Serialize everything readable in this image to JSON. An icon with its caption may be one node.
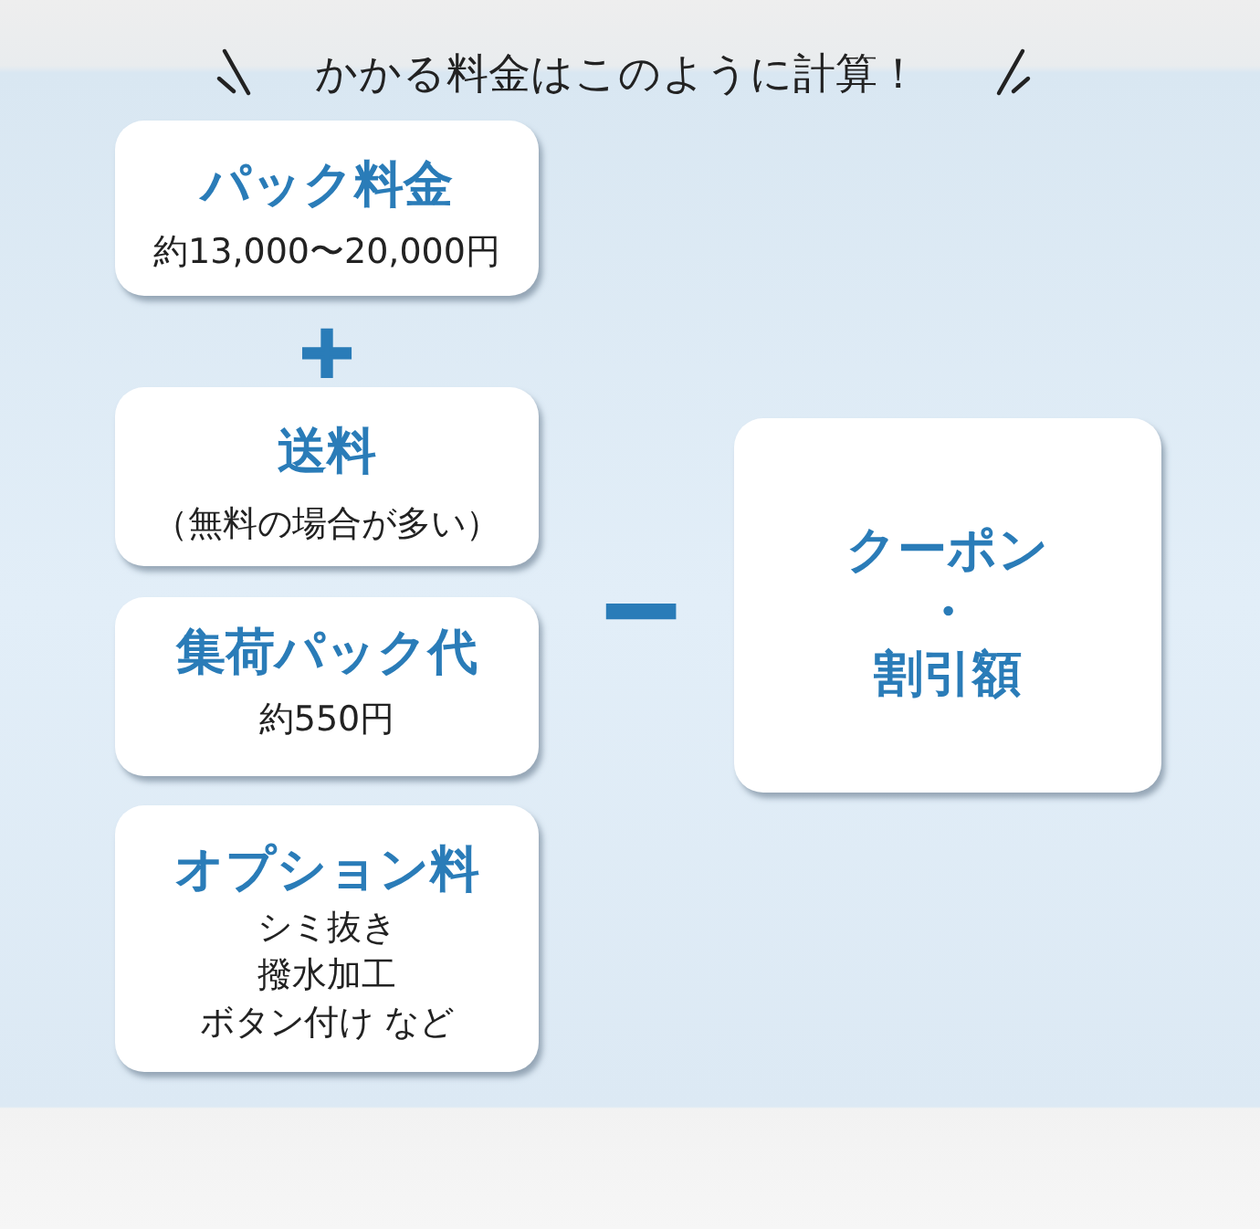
{
  "diagram": {
    "title": "かかる料金はこのように計算！",
    "nodes": [
      {
        "text": [
          "パック料金",
          "約13,000〜20,000円"
        ]
      },
      {
        "text": [
          "送料",
          "（無料の場合が多い）"
        ]
      },
      {
        "text": [
          "集荷パック代",
          "約550円"
        ]
      },
      {
        "text": [
          "オプション料",
          "シミ抜き",
          "撥水加工",
          "ボタン付け など"
        ]
      },
      {
        "text": [
          "クーポン・割引額"
        ]
      }
    ],
    "labels": [
      "+",
      "−"
    ]
  }
}
